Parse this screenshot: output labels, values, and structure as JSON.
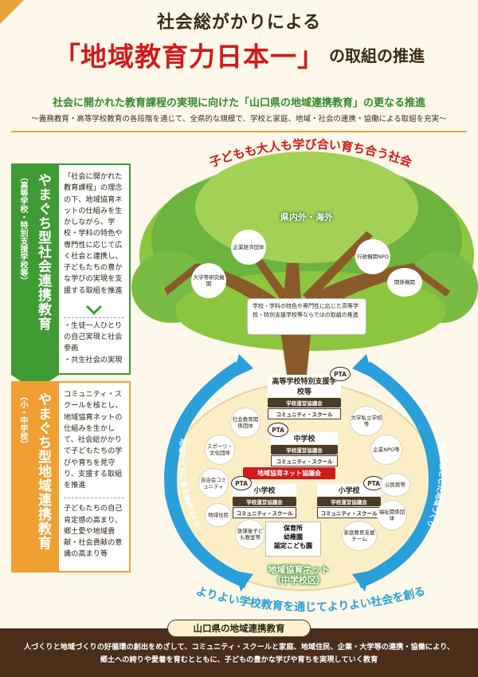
{
  "header": {
    "title_line1": "社会総がかりによる",
    "bracket_open": "「",
    "title_main": "地域教育力日本一",
    "bracket_close": "」",
    "title_tail": "の取組の推進",
    "subtitle": "社会に開かれた教育課程の実現に向けた「山口県の地域連携教育」の更なる推進",
    "note": "～義務教育・高等学校教育の各段階を通じて、全県的な規模で、学校と家庭、地域・社会の連携・協働による取組を充実～"
  },
  "left_green": {
    "heading": "やまぐち型社会連携教育",
    "subheading": "（高等学校・特別支援学校等）",
    "body": "「社会に開かれた教育課程」の理念の下、地域協育ネットの仕組みを生かしながら、学校・学科の特色や専門性に応じて広く社会と連携し、子どもたちの豊かな学びの実現を支援する取組を推進",
    "results": [
      "・生徒一人ひとりの自己実現と社会参画",
      "・共生社会の実現"
    ]
  },
  "left_orange": {
    "heading": "やまぐち型地域連携教育",
    "subheading": "（小・中学校）",
    "body": "コミュニティ・スクールを核とし、地域協育ネットの仕組みを生かして、社会総がかりで子どもたちの学びや育ちを見守り、支援する取組を推進",
    "results": "子どもたちの自己肯定感の高まり、郷土愛や地域貢献・社会貢献の意識の高まり等"
  },
  "diagram": {
    "arc_top": "子どもも大人も学び合い育ち合う社会",
    "arc_bottom": "よりよい学校教育を通じてよりよい社会を創る",
    "arc_left": "地域とともにある学校づくり",
    "arc_right": "学校を核とした地域づくり",
    "canopy_label": "県内外・海外",
    "canopy_orgs": [
      "大学等研究機関",
      "企業経済団体",
      "行政機関NPO",
      "関係機関"
    ],
    "speech": "学校・学科の特色や専門性に応じた高等学校・特別支援学校等ならではの取組の推進",
    "schools": {
      "high": {
        "label": "高等学校特別支援学校等",
        "tag1": "学校運営協議会",
        "tag2": "コミュニティ・スクール"
      },
      "middle": {
        "label": "中学校",
        "tag1": "学校運営協議会",
        "tag2": "コミュニティ・スクール"
      },
      "elem_left": {
        "label": "小学校",
        "tag1": "学校運営協議会",
        "tag2": "コミュニティ・スクール"
      },
      "elem_right": {
        "label": "小学校",
        "tag1": "学校運営協議会",
        "tag2": "コミュニティ・スクール"
      }
    },
    "pta": "PTA",
    "network_banner": "地域協育ネット協議会",
    "center_box": [
      "保育所",
      "幼稚園",
      "認定こども園"
    ],
    "network_label": [
      "地域協育ネット",
      "（中学校区）"
    ],
    "orgs_left": [
      "社会教育関係団体",
      "スポーツ・文化団体",
      "自治会コミュニティ",
      "地域住民",
      "放課後子ども教室等"
    ],
    "orgs_right": [
      "大学私立学校等",
      "企業NPO等",
      "公民館等",
      "福祉関係団体",
      "家庭教育支援チーム"
    ]
  },
  "bottom": {
    "title": "山口県の地域連携教育",
    "line1": "人づくりと地域づくりの好循環の創出をめざして、コミュニティ・スクールと家庭、地域住民、企業・大学等の連携・協働により、",
    "line2": "郷土への誇りや愛着を育むとともに、子どもの豊かな学びや育ちを実現していく教育"
  },
  "colors": {
    "accent_red": "#d11a1a",
    "green": "#3f9b34",
    "orange": "#f0a032",
    "brown": "#4a2e1a",
    "arrow_blue": "#2b9fd9"
  }
}
